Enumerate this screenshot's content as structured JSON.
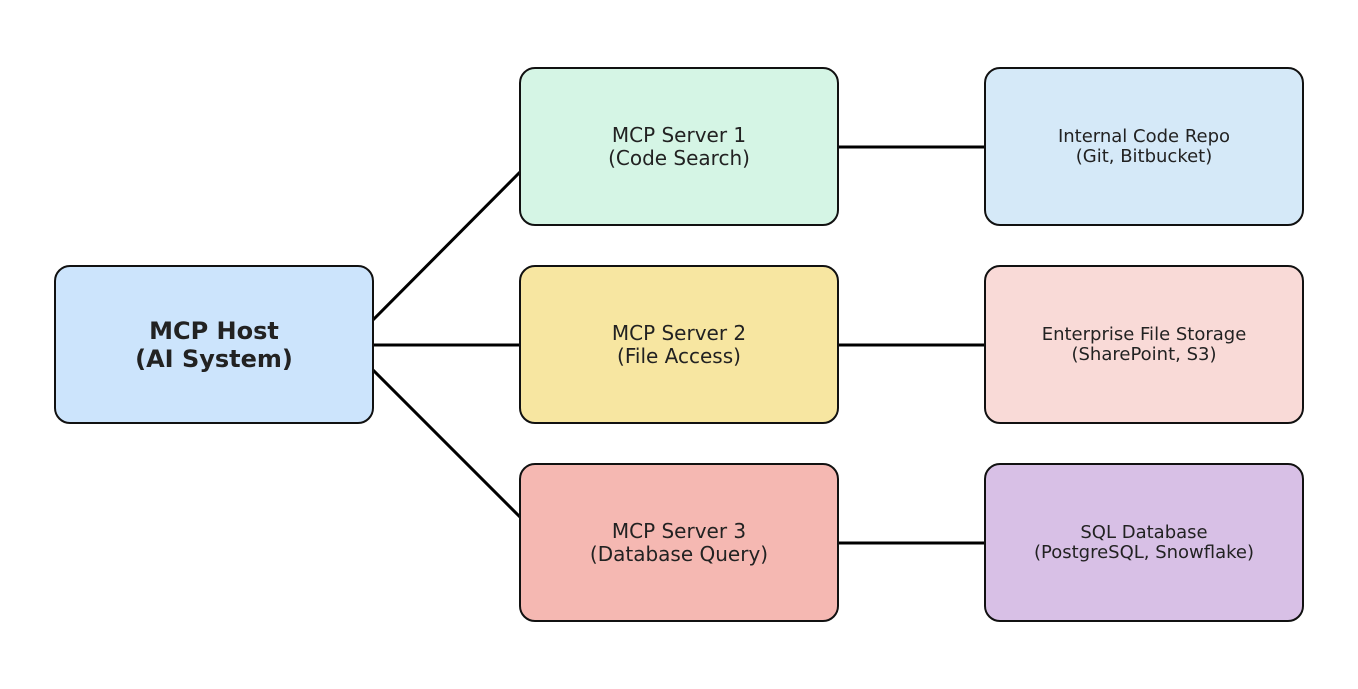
{
  "host": {
    "line1": "MCP Host",
    "line2": "(AI System)",
    "color": "#cce4fc"
  },
  "servers": [
    {
      "line1": "MCP Server 1",
      "line2": "(Code Search)",
      "color": "#d5f5e5"
    },
    {
      "line1": "MCP Server 2",
      "line2": "(File Access)",
      "color": "#f7e6a1"
    },
    {
      "line1": "MCP Server 3",
      "line2": "(Database Query)",
      "color": "#f5b8b2"
    }
  ],
  "resources": [
    {
      "line1": "Internal Code Repo",
      "line2": "(Git, Bitbucket)",
      "color": "#d5e9f8"
    },
    {
      "line1": "Enterprise File Storage",
      "line2": "(SharePoint, S3)",
      "color": "#f9dad7"
    },
    {
      "line1": "SQL Database",
      "line2": "(PostgreSQL, Snowflake)",
      "color": "#d8c0e6"
    }
  ]
}
